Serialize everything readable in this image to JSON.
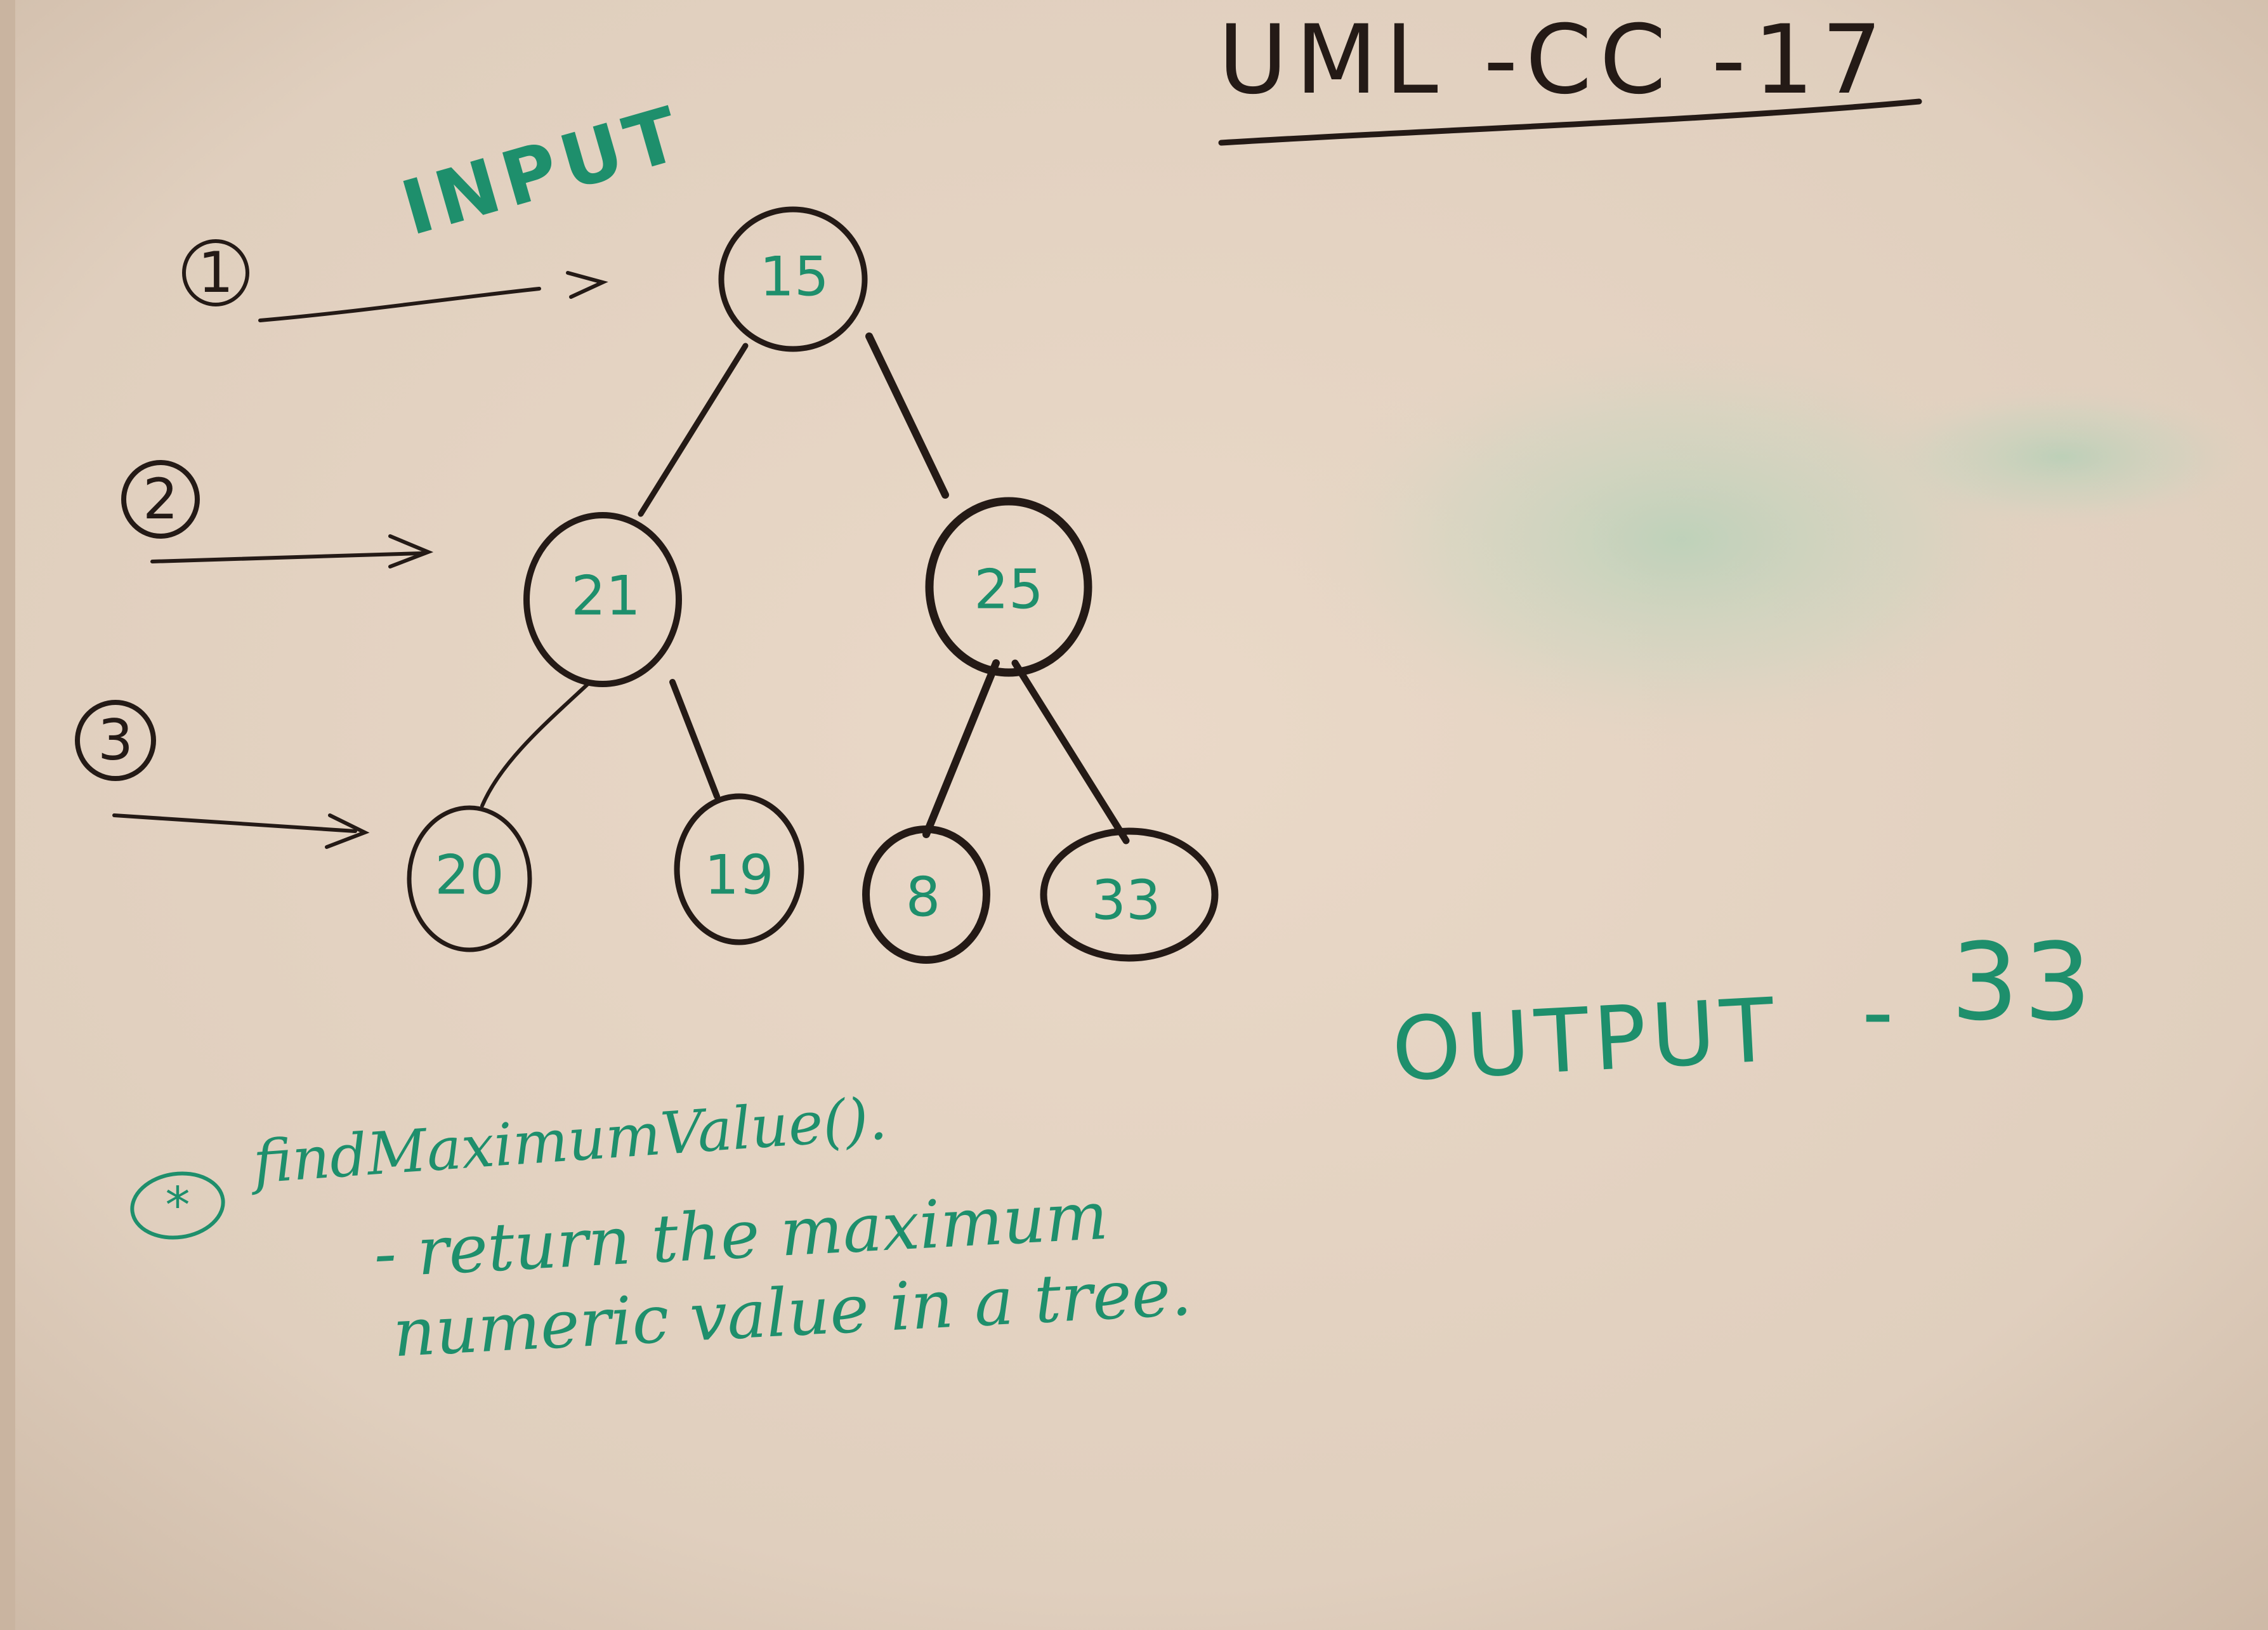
{
  "title": "UML -CC -17",
  "input_label": "INPUT",
  "levels": [
    {
      "number": "1"
    },
    {
      "number": "2"
    },
    {
      "number": "3"
    }
  ],
  "tree": {
    "root": {
      "value": "15"
    },
    "left": {
      "value": "21"
    },
    "right": {
      "value": "25"
    },
    "left_left": {
      "value": "20"
    },
    "left_right": {
      "value": "19"
    },
    "right_left": {
      "value": "8"
    },
    "right_right": {
      "value": "33"
    }
  },
  "output": {
    "label": "OUTPUT",
    "separator": "-",
    "value": "33"
  },
  "note": {
    "bullet": "*",
    "method": "findMaximumValue().",
    "line1": "- return the maximum",
    "line2": "numeric value in a tree."
  },
  "colors": {
    "board": "#e2d2c2",
    "green_marker": "#1e8f6c",
    "black_marker": "#241a16"
  }
}
